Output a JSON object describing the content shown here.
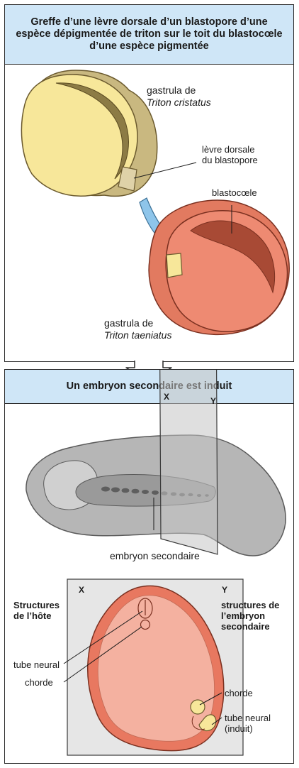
{
  "panel1": {
    "title": "Greffe d’une lèvre dorsale d’un blastopore d’une espèce dépigmentée de triton sur le toit du blastocœle d’une espèce pigmentée",
    "label_gastrula_cristatus_1": "gastrula de",
    "label_gastrula_cristatus_2": "Triton cristatus",
    "label_levre_1": "lèvre dorsale",
    "label_levre_2": "du blastopore",
    "label_blastocoele": "blastocœle",
    "label_gastrula_taeniatus_1": "gastrula de",
    "label_gastrula_taeniatus_2": "Triton taeniatus"
  },
  "panel2": {
    "title": "Un embryon secondaire est induit",
    "plane_x": "X",
    "plane_y": "Y",
    "label_embryon": "embryon secondaire",
    "section_x": "X",
    "section_y": "Y",
    "host_title_1": "Structures",
    "host_title_2": "de l’hôte",
    "host_tube": "tube neural",
    "host_chorde": "chorde",
    "sec_title_1": "structures de",
    "sec_title_2": "l’embryon",
    "sec_title_3": "secondaire",
    "sec_chorde": "chorde",
    "sec_tube_1": "tube neural",
    "sec_tube_2": "(induit)"
  },
  "colors": {
    "title_bg": "#cfe6f7",
    "unpigmented": "#f7e79a",
    "pigmented": "#ee8a72",
    "arrow": "#8ec5ea",
    "embryo_gray": "#a6a6a6"
  }
}
